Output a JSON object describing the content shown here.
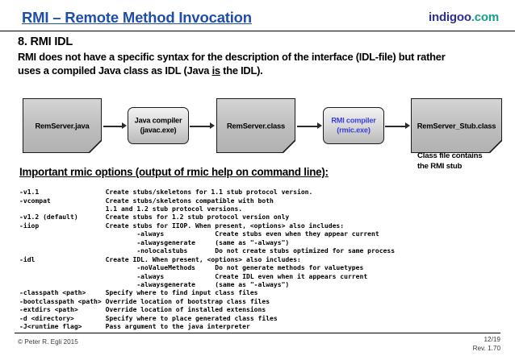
{
  "header": {
    "title": "RMI – Remote Method Invocation",
    "brand_main": "indigoo",
    "brand_tld": ".com",
    "title_color": "#1f4eA8",
    "brand_main_color": "#2e3192",
    "brand_tld_color": "#13a08a"
  },
  "section": {
    "number_title": "8. RMI IDL",
    "paragraph_line1_a": "RMI does not have a specific syntax for the description of the interface (IDL-file) but rather",
    "paragraph_line2_a": "uses a compiled Java class as IDL (Java ",
    "paragraph_line2_em": "is",
    "paragraph_line2_b": " the IDL)."
  },
  "diagram": {
    "nodes": [
      {
        "id": "remserver-java",
        "type": "document",
        "label": "RemServer.java"
      },
      {
        "id": "java-compiler",
        "type": "process",
        "label_line1": "Java compiler",
        "label_line2": "(javac.exe)",
        "color": "#000000"
      },
      {
        "id": "remserver-class",
        "type": "document",
        "label": "RemServer.class"
      },
      {
        "id": "rmi-compiler",
        "type": "process",
        "label_line1": "RMI compiler",
        "label_line2": "(rmic.exe)",
        "color": "#3b3bdb"
      },
      {
        "id": "remserver-stub-class",
        "type": "document",
        "label": "RemServer_Stub.class"
      }
    ],
    "caption_line1": "Class file contains",
    "caption_line2": "the RMI stub"
  },
  "options": {
    "heading": "Important rmic options (output of rmic help on command line):",
    "text": "-v1.1                 Create stubs/skeletons for 1.1 stub protocol version.\n-vcompat              Create stubs/skeletons compatible with both\n                      1.1 and 1.2 stub protocol versions.\n-v1.2 (default)       Create stubs for 1.2 stub protocol version only\n-iiop                 Create stubs for IIOP. When present, <options> also includes:\n                              -always             Create stubs even when they appear current\n                              -alwaysgenerate     (same as \"-always\")\n                              -nolocalstubs       Do not create stubs optimized for same process\n-idl                  Create IDL. When present, <options> also includes:\n                              -noValueMethods     Do not generate methods for valuetypes\n                              -always             Create IDL even when it appears current\n                              -alwaysgenerate     (same as \"-always\")\n-classpath <path>     Specify where to find input class files\n-bootclasspath <path> Override location of bootstrap class files\n-extdirs <path>       Override location of installed extensions\n-d <directory>        Specify where to place generated class files\n-J<runtime flag>      Pass argument to the java interpreter"
  },
  "footer": {
    "copyright": "© Peter R. Egli 2015",
    "page": "12/19",
    "revision": "Rev. 1.70"
  }
}
